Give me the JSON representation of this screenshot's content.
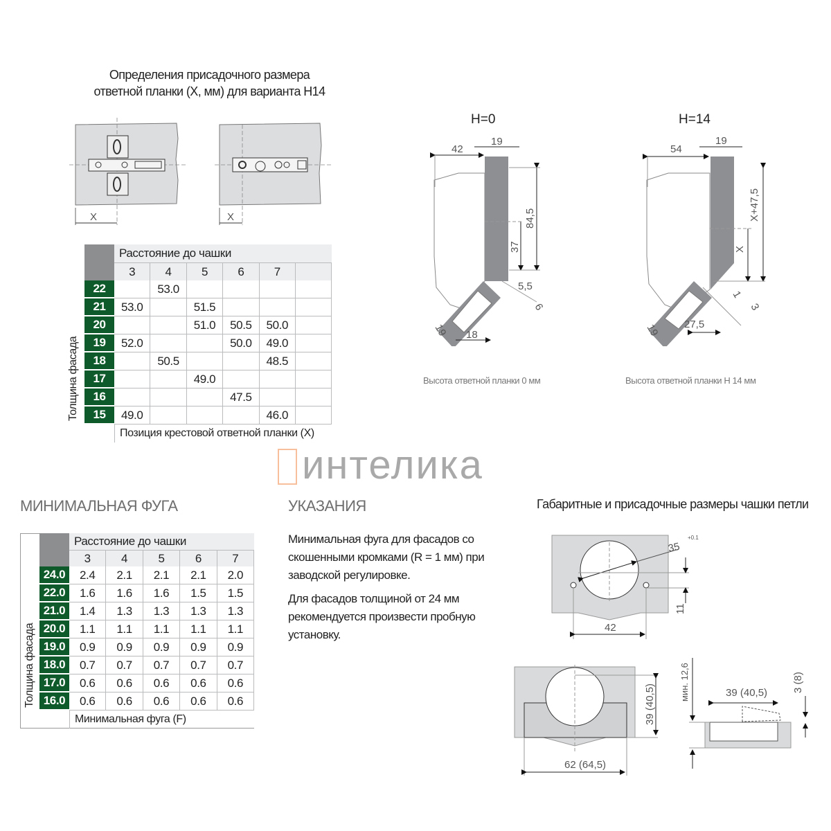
{
  "top_left": {
    "title_line1": "Определения присадочного размера",
    "title_line2": "ответной планки (X, мм) для варианта H14",
    "diagram_left_label": "X",
    "diagram_right_label": "X"
  },
  "table1": {
    "header": "Расстояние до чашки",
    "columns": [
      "3",
      "4",
      "5",
      "6",
      "7"
    ],
    "row_axis_label": "Толщина фасада",
    "footer": "Позиция крестовой ответной планки (X)",
    "rows": [
      {
        "label": "22",
        "values": [
          "",
          "53.0",
          "",
          "",
          ""
        ]
      },
      {
        "label": "21",
        "values": [
          "53.0",
          "",
          "51.5",
          "",
          ""
        ]
      },
      {
        "label": "20",
        "values": [
          "",
          "",
          "51.0",
          "50.5",
          "50.0"
        ]
      },
      {
        "label": "19",
        "values": [
          "52.0",
          "",
          "",
          "50.0",
          "49.0"
        ]
      },
      {
        "label": "18",
        "values": [
          "",
          "50.5",
          "",
          "",
          "48.5"
        ]
      },
      {
        "label": "17",
        "values": [
          "",
          "",
          "49.0",
          "",
          ""
        ]
      },
      {
        "label": "16",
        "values": [
          "",
          "",
          "",
          "47.5",
          ""
        ]
      },
      {
        "label": "15",
        "values": [
          "49.0",
          "",
          "",
          "",
          "46.0"
        ]
      }
    ]
  },
  "hinge_h0": {
    "title": "H=0",
    "dims": {
      "a": "42",
      "b": "19",
      "c": "84,5",
      "d": "37",
      "e": "5,5",
      "f": "6",
      "g": "19",
      "h": "18"
    },
    "caption": "Высота ответной планки 0 мм"
  },
  "hinge_h14": {
    "title": "H=14",
    "dims": {
      "a": "54",
      "b": "19",
      "c": "X+47,5",
      "d": "X",
      "e": "1",
      "f": "3",
      "g": "27,5",
      "h": "19"
    },
    "caption": "Высота ответной планки H 14 мм"
  },
  "min_gap": {
    "title": "МИНИМАЛЬНАЯ ФУГА",
    "header": "Расстояние до чашки",
    "columns": [
      "3",
      "4",
      "5",
      "6",
      "7"
    ],
    "row_axis_label": "Толщина фасада",
    "footer": "Минимальная фуга (F)",
    "rows": [
      {
        "label": "24.0",
        "values": [
          "2.4",
          "2.1",
          "2.1",
          "2.1",
          "2.0"
        ]
      },
      {
        "label": "22.0",
        "values": [
          "1.6",
          "1.6",
          "1.6",
          "1.5",
          "1.5"
        ]
      },
      {
        "label": "21.0",
        "values": [
          "1.4",
          "1.3",
          "1.3",
          "1.3",
          "1.3"
        ]
      },
      {
        "label": "20.0",
        "values": [
          "1.1",
          "1.1",
          "1.1",
          "1.1",
          "1.1"
        ]
      },
      {
        "label": "19.0",
        "values": [
          "0.9",
          "0.9",
          "0.9",
          "0.9",
          "0.9"
        ]
      },
      {
        "label": "18.0",
        "values": [
          "0.7",
          "0.7",
          "0.7",
          "0.7",
          "0.7"
        ]
      },
      {
        "label": "17.0",
        "values": [
          "0.6",
          "0.6",
          "0.6",
          "0.6",
          "0.6"
        ]
      },
      {
        "label": "16.0",
        "values": [
          "0.6",
          "0.6",
          "0.6",
          "0.6",
          "0.6"
        ]
      }
    ]
  },
  "notes": {
    "title": "УКАЗАНИЯ",
    "para1": "Минимальная фуга для фасадов со скошенными кромками (R = 1 мм) при заводской регулировке.",
    "para2": "Для фасадов толщиной от 24 мм рекомендуется произвести пробную установку."
  },
  "cup": {
    "title": "Габаритные и присадочные размеры чашки петли",
    "diameter": "35",
    "diameter_tol": "+0.1",
    "offset": "11",
    "hole_spacing": "42",
    "depth_height": "39 (40,5)",
    "min_thickness": "мин. 12,6",
    "side_width": "39 (40,5)",
    "side_height": "3 (8)",
    "plate_width": "62 (64,5)"
  },
  "watermark": {
    "text": "интелика",
    "logo_color": "#f08a4b"
  }
}
